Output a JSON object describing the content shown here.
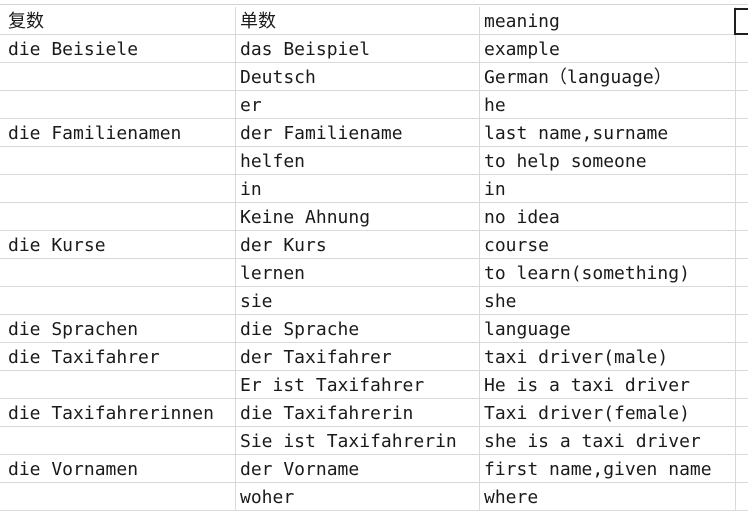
{
  "sheet": {
    "headers": [
      "复数",
      "单数",
      "meaning"
    ],
    "rows": [
      [
        "die Beisiele",
        "das Beispiel",
        "example"
      ],
      [
        "",
        "Deutsch",
        "German（language）"
      ],
      [
        "",
        "er",
        "he"
      ],
      [
        "die Familienamen",
        "der Familiename",
        "last name,surname"
      ],
      [
        "",
        "helfen",
        "to help someone"
      ],
      [
        "",
        "in",
        "in"
      ],
      [
        "",
        "Keine Ahnung",
        "no idea"
      ],
      [
        "die Kurse",
        "der Kurs",
        "course"
      ],
      [
        "",
        "lernen",
        "to learn(something)"
      ],
      [
        "",
        "sie",
        "she"
      ],
      [
        "die Sprachen",
        "die Sprache",
        "language"
      ],
      [
        "die Taxifahrer",
        "der Taxifahrer",
        "taxi driver(male)"
      ],
      [
        "",
        "Er ist Taxifahrer",
        "He is a taxi driver"
      ],
      [
        "die Taxifahrerinnen",
        "die Taxifahrerin",
        "Taxi driver(female)"
      ],
      [
        "",
        "Sie ist Taxifahrerin",
        "she is a taxi driver"
      ],
      [
        "die Vornamen",
        "der Vorname",
        "first name,given name"
      ],
      [
        "",
        "woher",
        "where"
      ]
    ]
  },
  "colors": {
    "gridline": "#d9d9d9",
    "text": "#1a1a1a",
    "selection": "#1f1f1f",
    "background": "#ffffff"
  }
}
